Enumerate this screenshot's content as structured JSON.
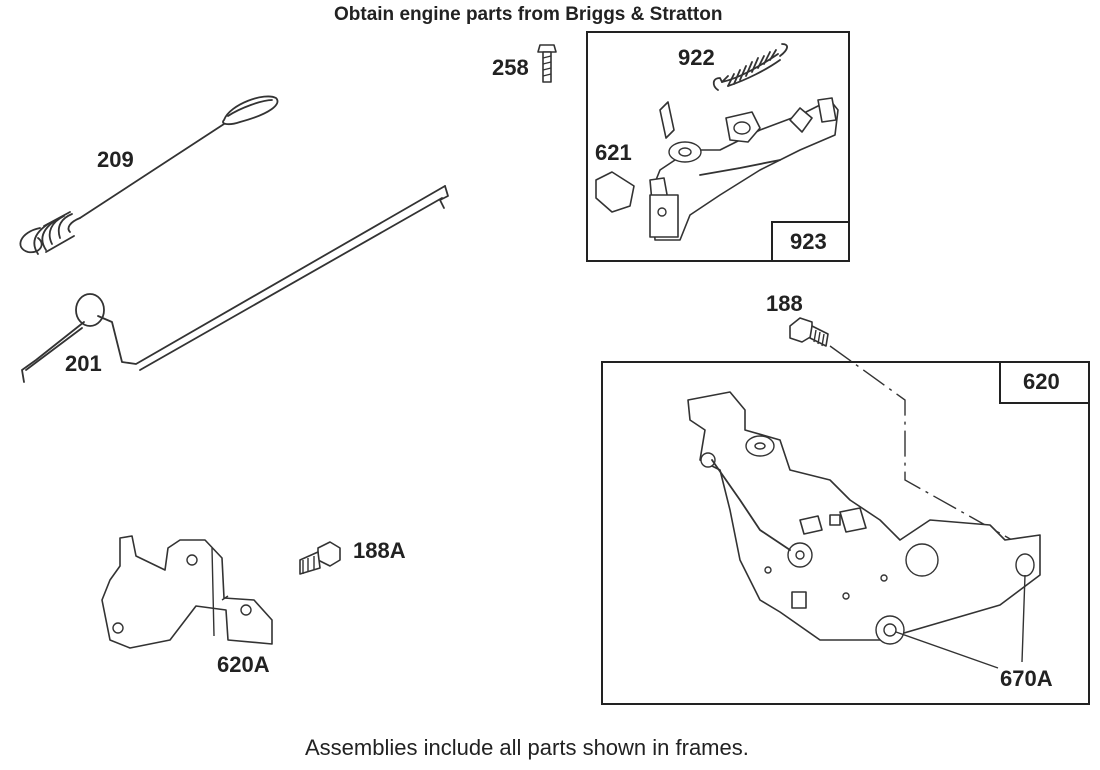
{
  "header": {
    "title": "Obtain engine parts from Briggs & Stratton"
  },
  "footer": {
    "note": "Assemblies include all parts shown in frames."
  },
  "parts": {
    "p258": "258",
    "p922": "922",
    "p621": "621",
    "p923": "923",
    "p209": "209",
    "p201": "201",
    "p188": "188",
    "p620": "620",
    "p188A": "188A",
    "p620A": "620A",
    "p670A": "670A"
  }
}
